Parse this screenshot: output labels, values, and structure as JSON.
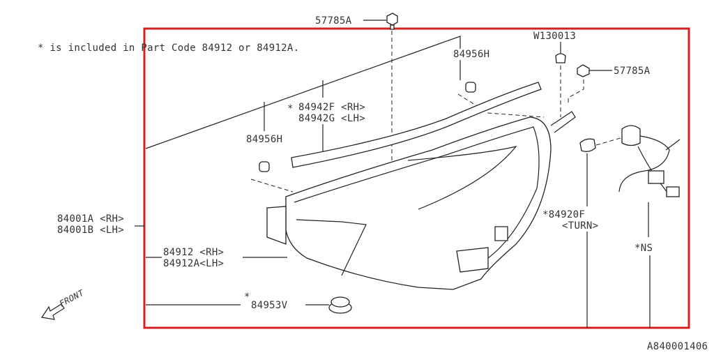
{
  "diagram": {
    "note": "* is included in Part Code 84912 or 84912A.",
    "frame_color": "#d42020",
    "labels": {
      "bolt_top": "57785A",
      "grommet_right": "84956H",
      "clip": "W130013",
      "bolt_right": "57785A",
      "seal_rh": "84942F <RH>",
      "seal_lh": "84942G <LH>",
      "seal_star": "*",
      "grommet_left": "84956H",
      "headlamp_rh": "84001A <RH>",
      "headlamp_lh": "84001B <LH>",
      "unit_rh": "84912  <RH>",
      "unit_lh": "84912A<LH>",
      "turn_bulb": "*84920F",
      "turn_sub": "<TURN>",
      "harness": "*NS",
      "cap_star": "*",
      "cap": "84953V",
      "front": "FRONT",
      "diagram_code": "A840001406"
    }
  }
}
